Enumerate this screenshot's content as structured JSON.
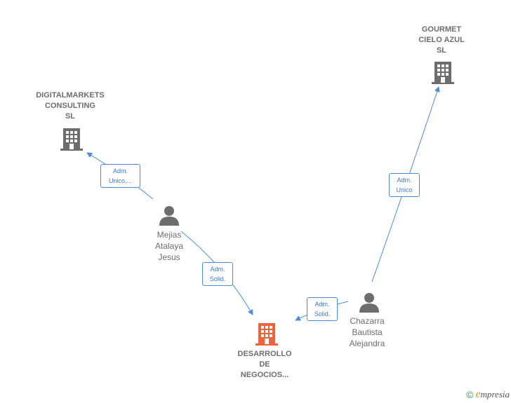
{
  "nodes": {
    "digitalmarkets": {
      "lines": [
        "DIGITALMARKETS",
        "CONSULTING",
        "SL"
      ],
      "icon": "building-icon"
    },
    "gourmet": {
      "lines": [
        "GOURMET",
        "CIELO AZUL",
        "SL"
      ],
      "icon": "building-icon"
    },
    "mejias": {
      "lines": [
        "Mejias",
        "Atalaya",
        "Jesus"
      ],
      "icon": "person-icon"
    },
    "chazarra": {
      "lines": [
        "Chazarra",
        "Bautista",
        "Alejandra"
      ],
      "icon": "person-icon"
    },
    "desarrollo": {
      "lines": [
        "DESARROLLO",
        "DE",
        "NEGOCIOS..."
      ],
      "icon": "building-icon"
    }
  },
  "edges": {
    "mejias_digitalmarkets": {
      "lines": [
        "Adm.",
        "Unico,..."
      ]
    },
    "mejias_desarrollo": {
      "lines": [
        "Adm.",
        "Solid."
      ]
    },
    "chazarra_desarrollo": {
      "lines": [
        "Adm.",
        "Solid."
      ]
    },
    "chazarra_gourmet": {
      "lines": [
        "Adm.",
        "Unico"
      ]
    }
  },
  "footer": {
    "copyright_symbol": "©",
    "brand_initial": "e",
    "brand_rest": "mpresia"
  },
  "colors": {
    "company": "#6d6d6d",
    "main_company": "#f0643c",
    "edge": "#4a8be0",
    "edge_text": "#3a7ad5"
  }
}
